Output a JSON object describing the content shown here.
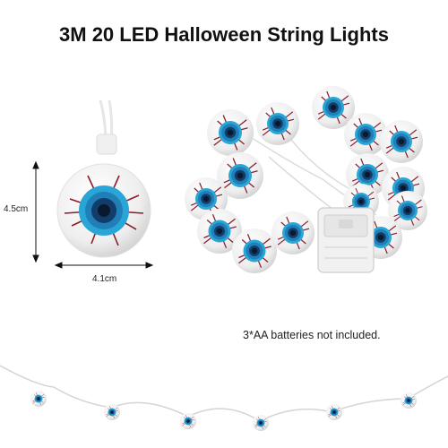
{
  "title": "3M 20 LED Halloween String Lights",
  "dimensions": {
    "height_label": "4.5cm",
    "width_label": "4.1cm"
  },
  "note": "3*AA batteries not included.",
  "colors": {
    "iris": "#2aa6d6",
    "iris_dark": "#123d6b",
    "veins": "#8b1c2c",
    "ball": "#f4f4f4"
  }
}
